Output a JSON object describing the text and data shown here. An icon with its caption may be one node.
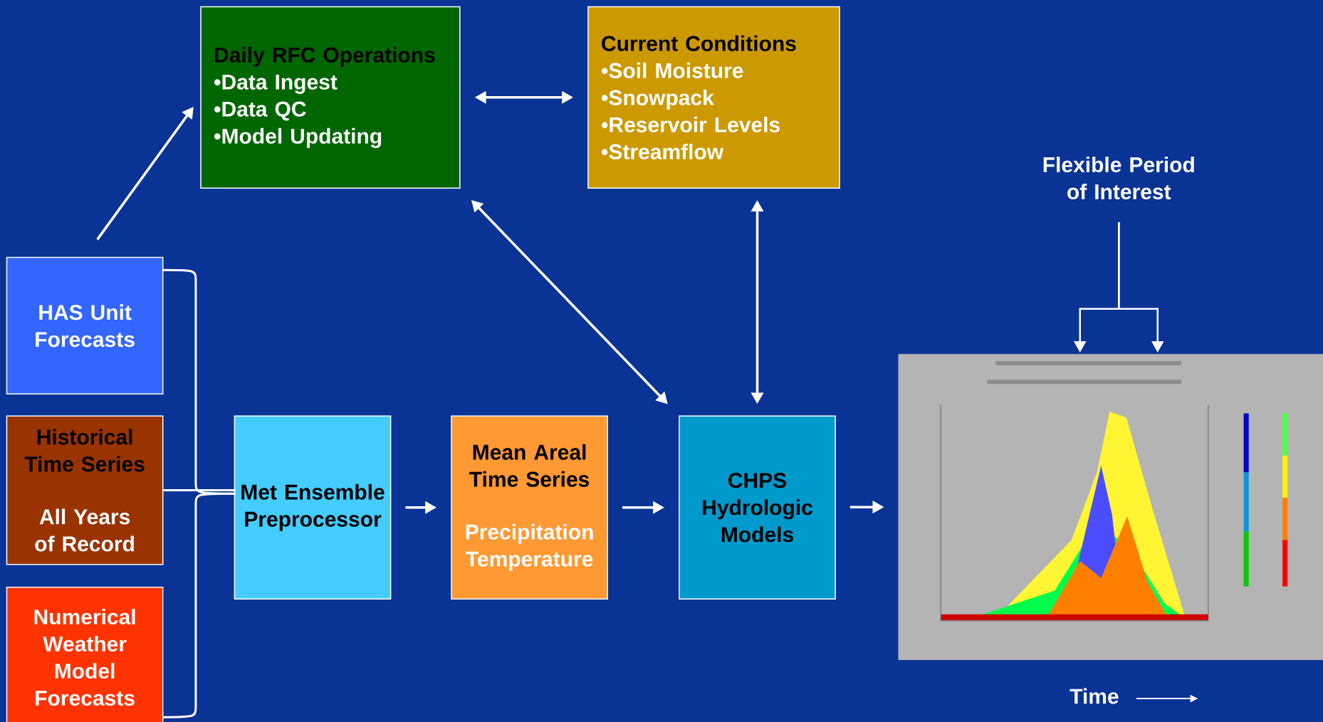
{
  "diagram": {
    "nodes": [
      {
        "text": [
          "Daily RFC Operations",
          "•Data Ingest",
          "•Data QC",
          "•Model Updating"
        ]
      },
      {
        "text": [
          "Current Conditions",
          "•Soil Moisture",
          "•Snowpack",
          "•Reservoir Levels",
          "•Streamflow"
        ]
      },
      {
        "text": [
          "HAS Unit Forecasts"
        ]
      },
      {
        "text": [
          "Historical Time Series",
          "All Years of Record"
        ]
      },
      {
        "text": [
          "Numerical Weather Model Forecasts"
        ]
      },
      {
        "text": [
          "Met Ensemble Preprocessor"
        ]
      },
      {
        "text": [
          "Mean Areal Time Series",
          "Precipitation Temperature"
        ]
      },
      {
        "text": [
          "CHPS Hydrologic Models"
        ]
      },
      {
        "text": [],
        "shape": "picture"
      },
      {
        "text": [
          "Flexible Period of Interest"
        ]
      }
    ],
    "edges": [
      {
        "from": 2,
        "to": 5,
        "arrow": "none"
      },
      {
        "from": 3,
        "to": 5,
        "arrow": "none"
      },
      {
        "from": 4,
        "to": 5,
        "arrow": "none"
      },
      {
        "from": 2,
        "to": 0,
        "arrow": "to"
      },
      {
        "from": 0,
        "to": 1,
        "arrow": "both"
      },
      {
        "from": 0,
        "to": 7,
        "arrow": "both"
      },
      {
        "from": 1,
        "to": 7,
        "arrow": "both"
      },
      {
        "from": 5,
        "to": 6,
        "arrow": "to"
      },
      {
        "from": 6,
        "to": 7,
        "arrow": "to"
      },
      {
        "from": 7,
        "to": 8,
        "arrow": "to"
      },
      {
        "from": 9,
        "to": 8,
        "arrow": "to"
      },
      {
        "from": 9,
        "to": 8,
        "arrow": "to"
      }
    ],
    "labels": [
      "Time"
    ]
  }
}
